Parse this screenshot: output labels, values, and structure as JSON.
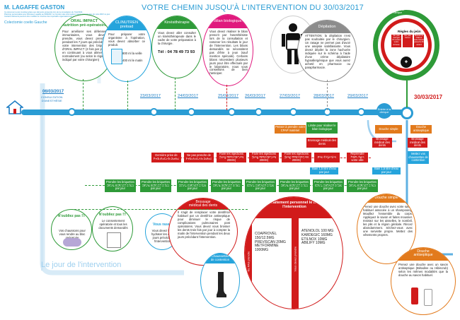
{
  "patient": {
    "name": "M. LAGAFFE GASTON",
    "note": "Ce document a été constitué grâce aux éléments présentés lors de la consultation du 7/12/2016.\nPlanning personnalisé pour Monsieur Lagaffe au 6/08/2017 en fonction des informations communiquées lors de votre RDV ce jour.\nCertains éléments peuvent être modifiés en fonction des impératifs organisationnels ou de votre état de santé.",
    "procedure": "Colectomie coelio  Gauche"
  },
  "title": "VOTRE CHEMIN JUSQU'À L'INTERVENTION DU 30/03/2017",
  "consult_date": "06/03/2017",
  "consult_label": "CONSULTATION\nD'ANESTHÉSIE",
  "dates": [
    "23/03/2017",
    "24/03/2017",
    "25/03/2017",
    "26/03/2017",
    "27/03/2017",
    "28/03/2017",
    "29/03/2017"
  ],
  "final_date": "30/03/2017",
  "entry_label": "Entrée à la clinique",
  "day_label": "Le jour de l'intervention",
  "top_bubbles": [
    {
      "title": "ORAL IMPACT\nNutrition pré-opératoire",
      "color": "#2e9a38",
      "text": "Pour améliorer ses défenses immunitaires, vous devez prendre, vous devez prendre pendant les 7 jours qui précèdent votre intervention des briques d'ORAL IMPACT (3 fois par jour) en continuant à vous alimenter normalement (ou selon le régime indiqué par votre chirurgien)"
    },
    {
      "title": "CLINUTREN\npreload",
      "color": "#25a4dc",
      "text": "Pour préparer votre organisme à l'opération, vous devez absorber ce produit.",
      "doses": [
        "800 ml la veille",
        "400 ml le matin"
      ]
    },
    {
      "title": "Kinésithérapie",
      "color": "#2e9a38",
      "text": "Vous devez aller consulter un kinésithérapeute dans le cadre de votre préparation à la chirurgie.",
      "phone": "Tél : 04 78 49 73 93"
    },
    {
      "title": "Bilan biologique",
      "color": "#e0197d",
      "text": "Vous devez réaliser le bilan prescrit par l'anesthésiste lors de la consultation et ramener les résultats le jour de l'intervention. Les bilans demandés ne nécessitent pas d'être à jeun (sauf mention spéciale). Certains bilans nécessitent plusieurs jours pour être effectués par le laboratoire, nous vous conseillons de bien l'anticiper."
    },
    {
      "title": "Dépilation",
      "color": "#8c8c8c",
      "text": "ATTENTION: la dépilation n'est pas souhaitée par le chirurgien. Un rasage ne permet pas d'avoir une asepsie satisfaisante. Vous devez dépiler la zone hachurée indiquée sur le schéma à l'aide d'une crème dépilatoire hypoallergénique que vous aurez acheté en pharmacie ou parapharmacie."
    }
  ],
  "rules": {
    "title": "Règles du jeûn",
    "items": [
      "Ne pas manger 6h avant votre arrivée",
      "Ne pas fumer",
      "Boissons claires autorisées jusqu'à 2h avant"
    ],
    "ring_labels": [
      "Entrée à la clinique",
      "Intervention"
    ]
  },
  "timeline_chips": [
    {
      "label": "Limite pour réaliser le bilan biologique",
      "color": "#2e9a38"
    },
    {
      "label": "Penser à prendre votre CPAP matériel",
      "color": "#e27a1c"
    },
    {
      "label": "Douche simple",
      "color": "#e27a1c"
    },
    {
      "label": "Douche antiseptique",
      "color": "#e27a1c"
    },
    {
      "label": "Brossage médical des dents",
      "color": "#d11b1b"
    },
    {
      "label": "Brossage médical des dents",
      "color": "#d11b1b"
    },
    {
      "label": "Brossage médical des dents",
      "color": "#d11b1b"
    },
    {
      "label": "Mettez vos chaussettes de contention",
      "color": "#25a4dc"
    },
    {
      "label": "Dernière prise de PREVISCAN 20MG",
      "color": "#d11b1b"
    },
    {
      "label": "Ne pas prendre de PREVISCAN 20MG",
      "color": "#d11b1b"
    },
    {
      "label": "Faire les injections (5mg PREVISCAN 20MG)",
      "color": "#d11b1b"
    },
    {
      "label": "Faire les injections (5mg PREVISCAN 20MG)",
      "color": "#d11b1b"
    },
    {
      "label": "Faire les injections (5mg PREVISCAN 20MG)",
      "color": "#d11b1b"
    },
    {
      "label": "Pas d'injection",
      "color": "#d11b1b"
    },
    {
      "label": "Reprendre l'INR dans votre ville",
      "color": "#d11b1b"
    },
    {
      "label": "Bain 1,5 litre d'eau par jour",
      "color": "#25a4dc"
    },
    {
      "label": "Bain 1,5 litre d'eau par jour",
      "color": "#25a4dc"
    }
  ],
  "oral_chip": "Prendre les briquettes ORAL IMPACT 3 fois par jour",
  "bottom": {
    "forget1_title": "N'oubliez pas !!!",
    "forget1_text": "Vos chaussons pour vous rendre au bloc opératoire",
    "forget2_title": "N'oubliez pas !!!",
    "forget2_text": "Le consentement opératoire et tous les documents demandés",
    "shave_title": "Vous rasez",
    "shave_text": "Vous devez bien hydrater les deux jours précédant l'intervention.",
    "brush_title": "Brossage\nmédical des dents",
    "brush_text": "Il s'agit de remplacer votre dentifrice habituel par un dentifrice antiseptique pour diminuer le risque de complications pulmonaires post opératoires. Vous devez vous brosser les dents trois fois par jour à compter la matin de l'intervention pendant les deux jours précédant l'intervention.",
    "stock_title": "Chaussettes\nde contention",
    "treat_title": "Votre traitement personnel le matin de l'intervention",
    "no_take": "Ne PAS prendre",
    "must_take": "Vous devez prendre",
    "no_take_list": [
      "COAPROVEL 150/12.5MG",
      "PREVISCAN 20MG",
      "METFORMINE 1000MG"
    ],
    "take_list": [
      "ATENOLOL 100 MG",
      "KARDEGIC 160MG",
      "ETILNOX 10MG",
      "ABILIFY 10MG"
    ],
    "shower_title": "Douche simple",
    "shower_text": "Prenez une douche avec votre savon habituel associée à un shampooing. Mouillez l'ensemble du corps. Appliquez le savon et faites mousser. Insistez sur les aisselles, le nombril, les plis et la région génitale. Rincez abondamment. Séchez-vous avec une serviette propre. Mettez des vêtements propres.",
    "antiseptic_title": "Douche\nantiseptique",
    "antiseptic_text": "Prenez une douche avec un savon antiseptique (Bétadine ou Hibiscrub) selon les mêmes modalités que la douche au savon habituel."
  },
  "colors": {
    "blue": "#2a9cd4",
    "green": "#2e9a38",
    "red": "#d11b1b",
    "pink": "#e0197d",
    "orange": "#e27a1c",
    "grey": "#8c8c8c"
  }
}
